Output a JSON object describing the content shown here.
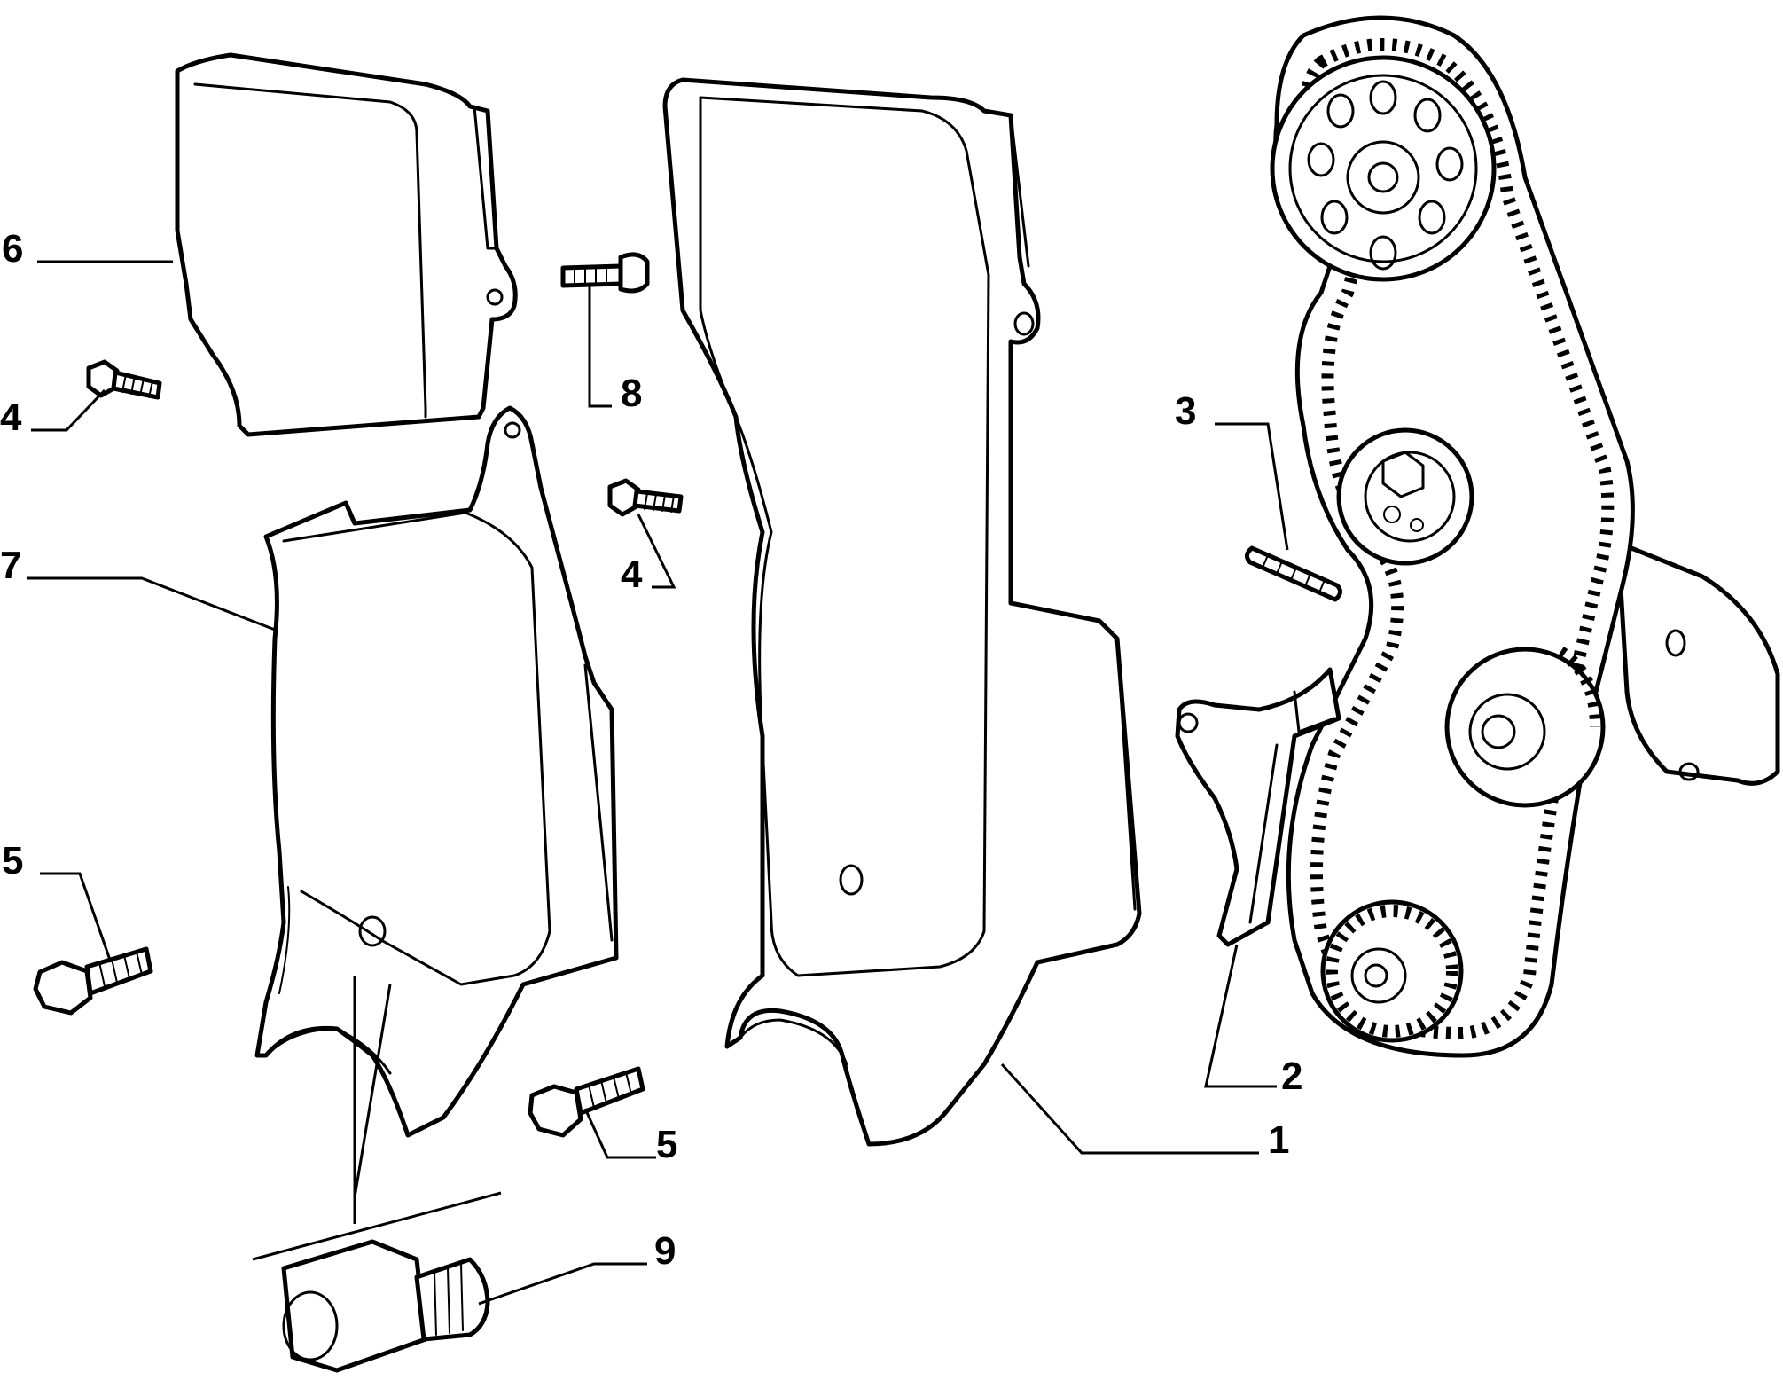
{
  "callouts": {
    "c1": "1",
    "c2": "2",
    "c3": "3",
    "c4a": "4",
    "c4b": "4",
    "c5a": "5",
    "c5b": "5",
    "c6": "6",
    "c7": "7",
    "c8": "8",
    "c9": "9"
  },
  "colors": {
    "line": "#000000",
    "background": "#ffffff"
  }
}
